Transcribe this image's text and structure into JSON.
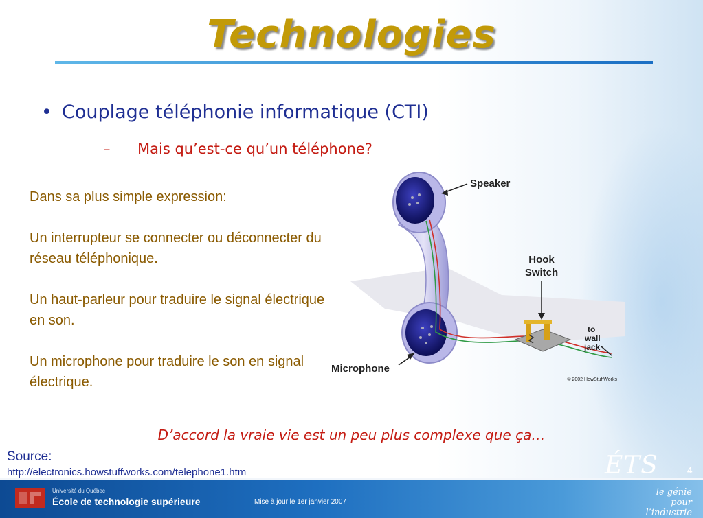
{
  "slide": {
    "title": "Technologies",
    "bullet": "Couplage téléphonie informatique (CTI)",
    "bullet_marker": "•",
    "sub_marker": "–",
    "sub_bullet": "Mais qu’est-ce qu’un téléphone?",
    "paragraphs": [
      "Dans sa plus simple expression:",
      "Un interrupteur se connecter ou déconnecter du réseau téléphonique.",
      "Un haut-parleur pour traduire le signal électrique en son.",
      "Un microphone pour traduire le son en signal électrique."
    ],
    "caption": "D’accord la vraie vie est un peu plus complexe que ça…",
    "source_label": "Source:",
    "source_url": "http://electronics.howstuffworks.com/telephone1.htm"
  },
  "illustration": {
    "label_speaker": "Speaker",
    "label_hook_1": "Hook",
    "label_hook_2": "Switch",
    "label_jack_1": "to",
    "label_jack_2": "wall",
    "label_jack_3": "jack",
    "label_microphone": "Microphone",
    "copyright": "© 2002 HowStuffWorks"
  },
  "footer": {
    "university": "Université du Québec",
    "school": "École de technologie supérieure",
    "update": "Mise à jour le 1er janvier 2007",
    "page_number": "4",
    "ets_logo": "ÉTS",
    "tagline_1": "le génie",
    "tagline_2": "pour l’industrie"
  },
  "colors": {
    "title": "#c29a08",
    "bullet": "#1f2f93",
    "accent_red": "#c41b12",
    "body_text": "#8a5a00",
    "footer_blue": "#1e6fc0"
  }
}
